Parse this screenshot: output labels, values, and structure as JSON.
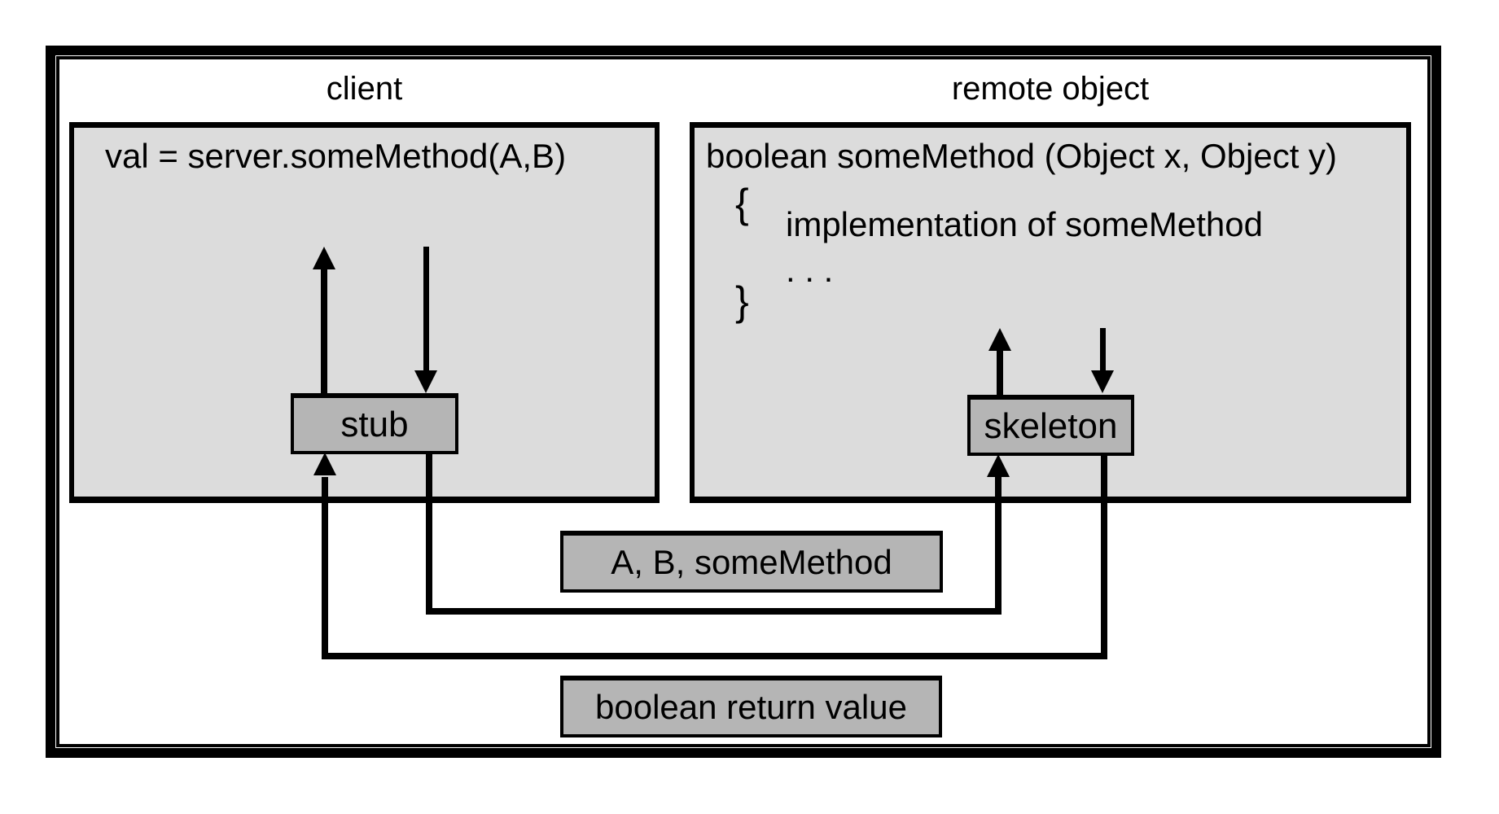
{
  "diagram": {
    "client_panel": {
      "label": "client",
      "code": "val = server.someMethod(A,B)",
      "stub_label": "stub"
    },
    "remote_panel": {
      "label": "remote object",
      "signature": "boolean someMethod (Object x, Object y)",
      "brace_open": "{",
      "implementation": "implementation of someMethod",
      "ellipsis": ". . .",
      "brace_close": "}",
      "skeleton_label": "skeleton"
    },
    "messages": {
      "request": "A, B, someMethod",
      "response": "boolean return value"
    },
    "colors": {
      "background": "#ffffff",
      "panel_fill": "#dcdcdc",
      "box_fill": "#b5b5b5",
      "line": "#000000"
    }
  }
}
